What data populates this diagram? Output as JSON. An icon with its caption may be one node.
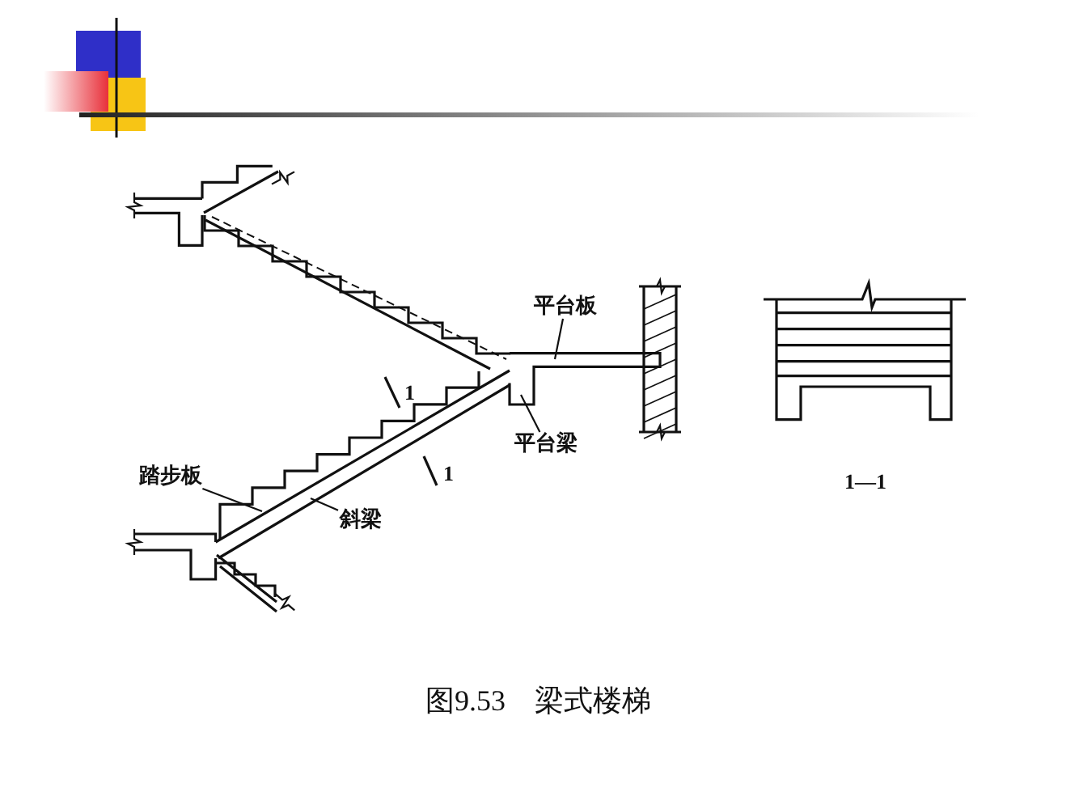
{
  "diagram": {
    "caption": "图9.53　梁式楼梯",
    "nodes": [
      {
        "text": [
          "平台板"
        ]
      },
      {
        "text": [
          "平台梁"
        ]
      },
      {
        "text": [
          "踏步板"
        ]
      },
      {
        "text": [
          "斜梁"
        ]
      }
    ],
    "edges": [
      {
        "from": 0,
        "to": null,
        "arrow": "none"
      },
      {
        "from": 1,
        "to": null,
        "arrow": "none"
      },
      {
        "from": 2,
        "to": null,
        "arrow": "none"
      },
      {
        "from": 3,
        "to": null,
        "arrow": "none"
      }
    ],
    "labels": [
      "1",
      "1",
      "1—1"
    ]
  }
}
